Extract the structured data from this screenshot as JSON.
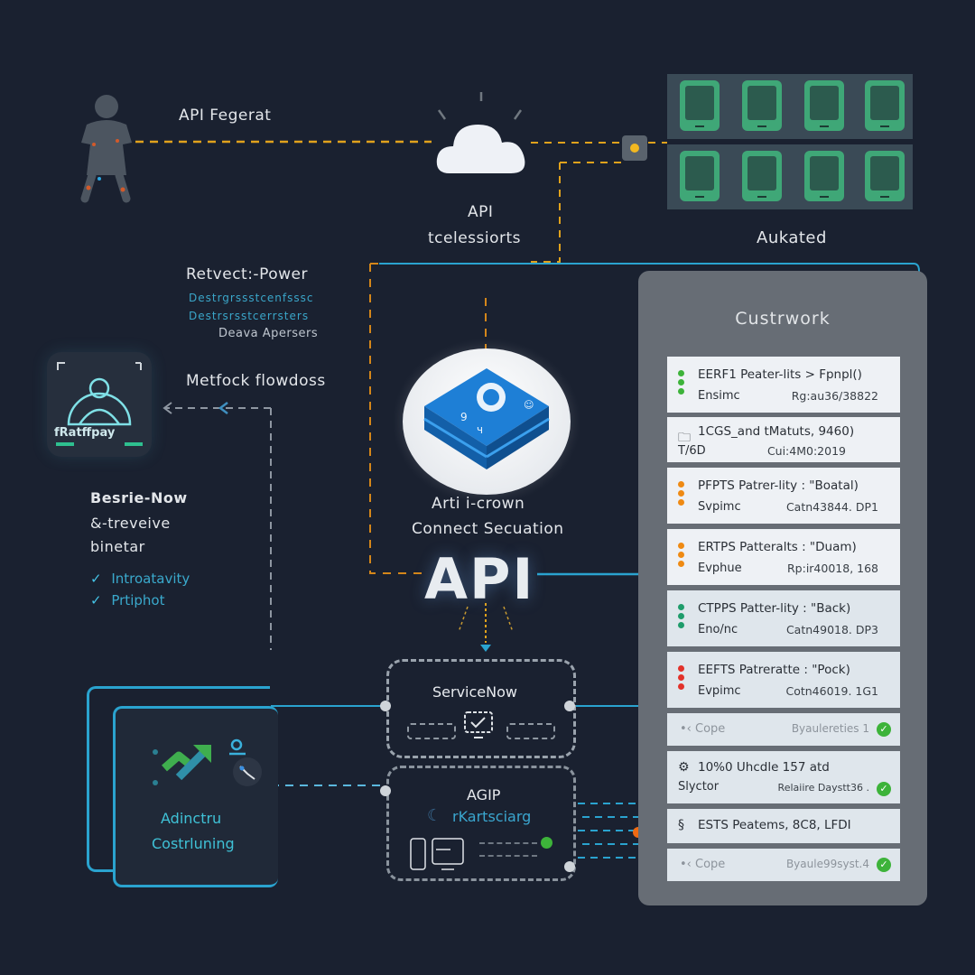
{
  "top_left": {
    "label": "API Fegerat",
    "icon": "person-icon"
  },
  "cloud": {
    "icon": "cloud-icon",
    "label_line1": "API",
    "label_line2": "tcelessiorts"
  },
  "app_grid": {
    "label": "Aukated",
    "tiles": [
      "app-1",
      "app-2",
      "app-3",
      "app-4",
      "app-5",
      "app-6",
      "app-7",
      "app-8"
    ],
    "connector_dot_color": "#f2b820"
  },
  "notes": {
    "title": "Retvect:-Power",
    "line1": "Destrgrssstcenfsssc",
    "line2": "Destrsrsstcerrsters",
    "line3": "Deava Apersers"
  },
  "profile": {
    "label": "fRatffpay",
    "flow_label": "Metfock flowdoss"
  },
  "left_text": {
    "title": "Besrie-Now",
    "line1": "&-treveive",
    "line2": "binetar",
    "checks": [
      "Introatavity",
      "Prtiphot"
    ]
  },
  "center": {
    "label_line1": "Arti i-crown",
    "label_line2": "Connect Secuation",
    "api_text": "API"
  },
  "servicenow": {
    "label": "ServiceNow"
  },
  "agip": {
    "label": "AGIP",
    "sublabel": "rKartsciarg"
  },
  "admin": {
    "line1": "Adinctru",
    "line2": "Costrluning"
  },
  "panel": {
    "title": "Custrwork",
    "cards": [
      {
        "title": "EERF1 Peater-lits > Fpnpl()",
        "sub": "Ensimc",
        "meta": "Rg:au36/38822",
        "status": "green",
        "style": "dots"
      },
      {
        "title": "1CGS_and tMatuts, 9460)",
        "sub": "T/6D",
        "meta": "Cui:4M0:2019",
        "status": "none",
        "style": "folder"
      },
      {
        "title": "PFPTS Patrer-lity : \"Boatal)",
        "sub": "Svpimc",
        "meta": "Catn43844. DP1",
        "status": "orange",
        "style": "dots"
      },
      {
        "title": "ERTPS Patteralts : \"Duam)",
        "sub": "Evphue",
        "meta": "Rp:ir40018, 168",
        "status": "orange",
        "style": "dots"
      },
      {
        "title": "CTPPS Patter-lity : \"Back)",
        "sub": "Eno/nc",
        "meta": "Catn49018. DP3",
        "status": "teal",
        "style": "dots"
      },
      {
        "title": "EEFTS Patrerattе : \"Pock)",
        "sub": "Evpimc",
        "meta": "Cotn46019. 1G1",
        "status": "red",
        "style": "dots"
      }
    ],
    "footer1": {
      "label": "•‹ Cope",
      "meta": "Byaulereties 1"
    },
    "card_update": {
      "title": "10%0 Uhcdle  157 atd",
      "sub": "Slyctor",
      "meta": "Relaiire Daystt36 ."
    },
    "card_ests": {
      "title": "ESTS Peatems, 8C8, LFDI"
    },
    "footer2": {
      "label": "•‹ Cope",
      "meta": "Byaule99syst.4"
    },
    "status_colors": {
      "green": "#3db33a",
      "orange": "#ef8a13",
      "teal": "#1f9c6b",
      "red": "#e2322a"
    }
  },
  "colors": {
    "background": "#1a2130",
    "accent_cyan": "#2aa3cf",
    "accent_orange": "#e0951c",
    "api_blue": "#1e7fd6"
  }
}
